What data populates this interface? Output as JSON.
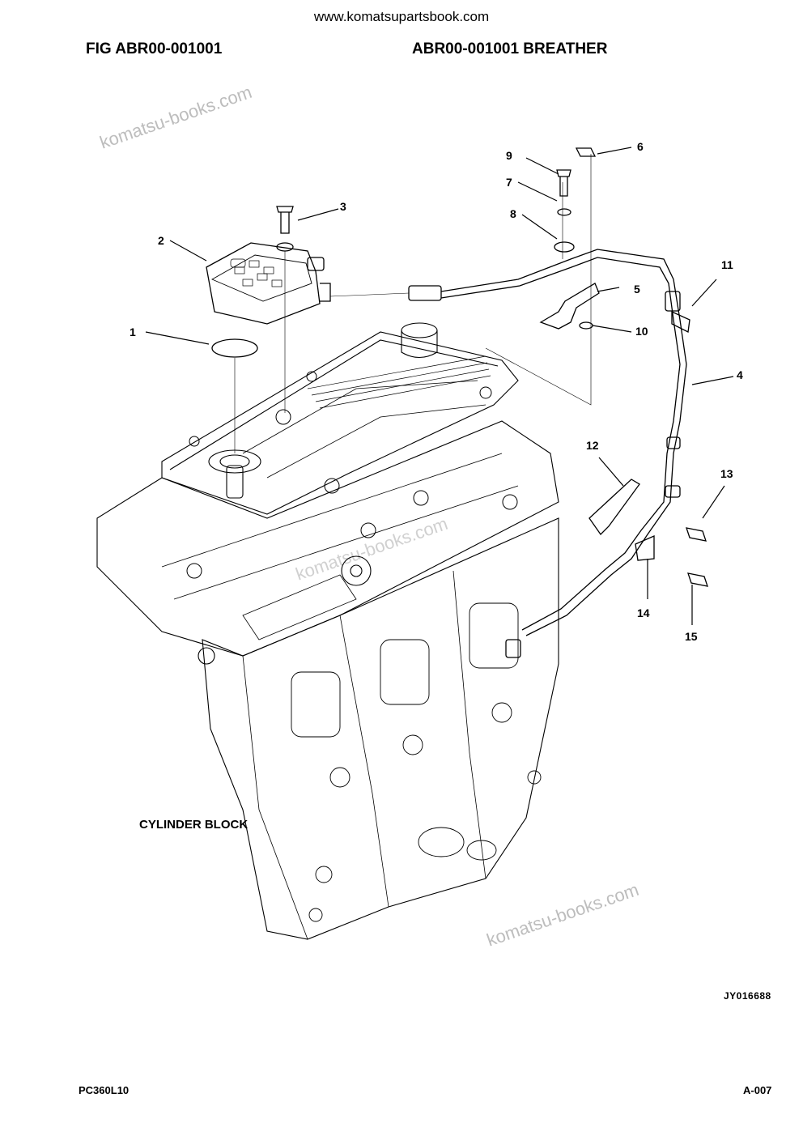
{
  "header": {
    "url": "www.komatsupartsbook.com",
    "fig": "FIG    ABR00-001001",
    "title": "ABR00-001001 BREATHER"
  },
  "diagram": {
    "label_cylinder_block": "CYLINDER BLOCK",
    "drawing_number": "JY016688",
    "watermarks": [
      "komatsu-books.com",
      "komatsu-books.com",
      "komatsu-books.com"
    ],
    "callouts": [
      "1",
      "2",
      "3",
      "4",
      "5",
      "6",
      "7",
      "8",
      "9",
      "10",
      "11",
      "12",
      "13",
      "14",
      "15"
    ]
  },
  "footer": {
    "model": "PC360L10",
    "page": "A-007"
  }
}
